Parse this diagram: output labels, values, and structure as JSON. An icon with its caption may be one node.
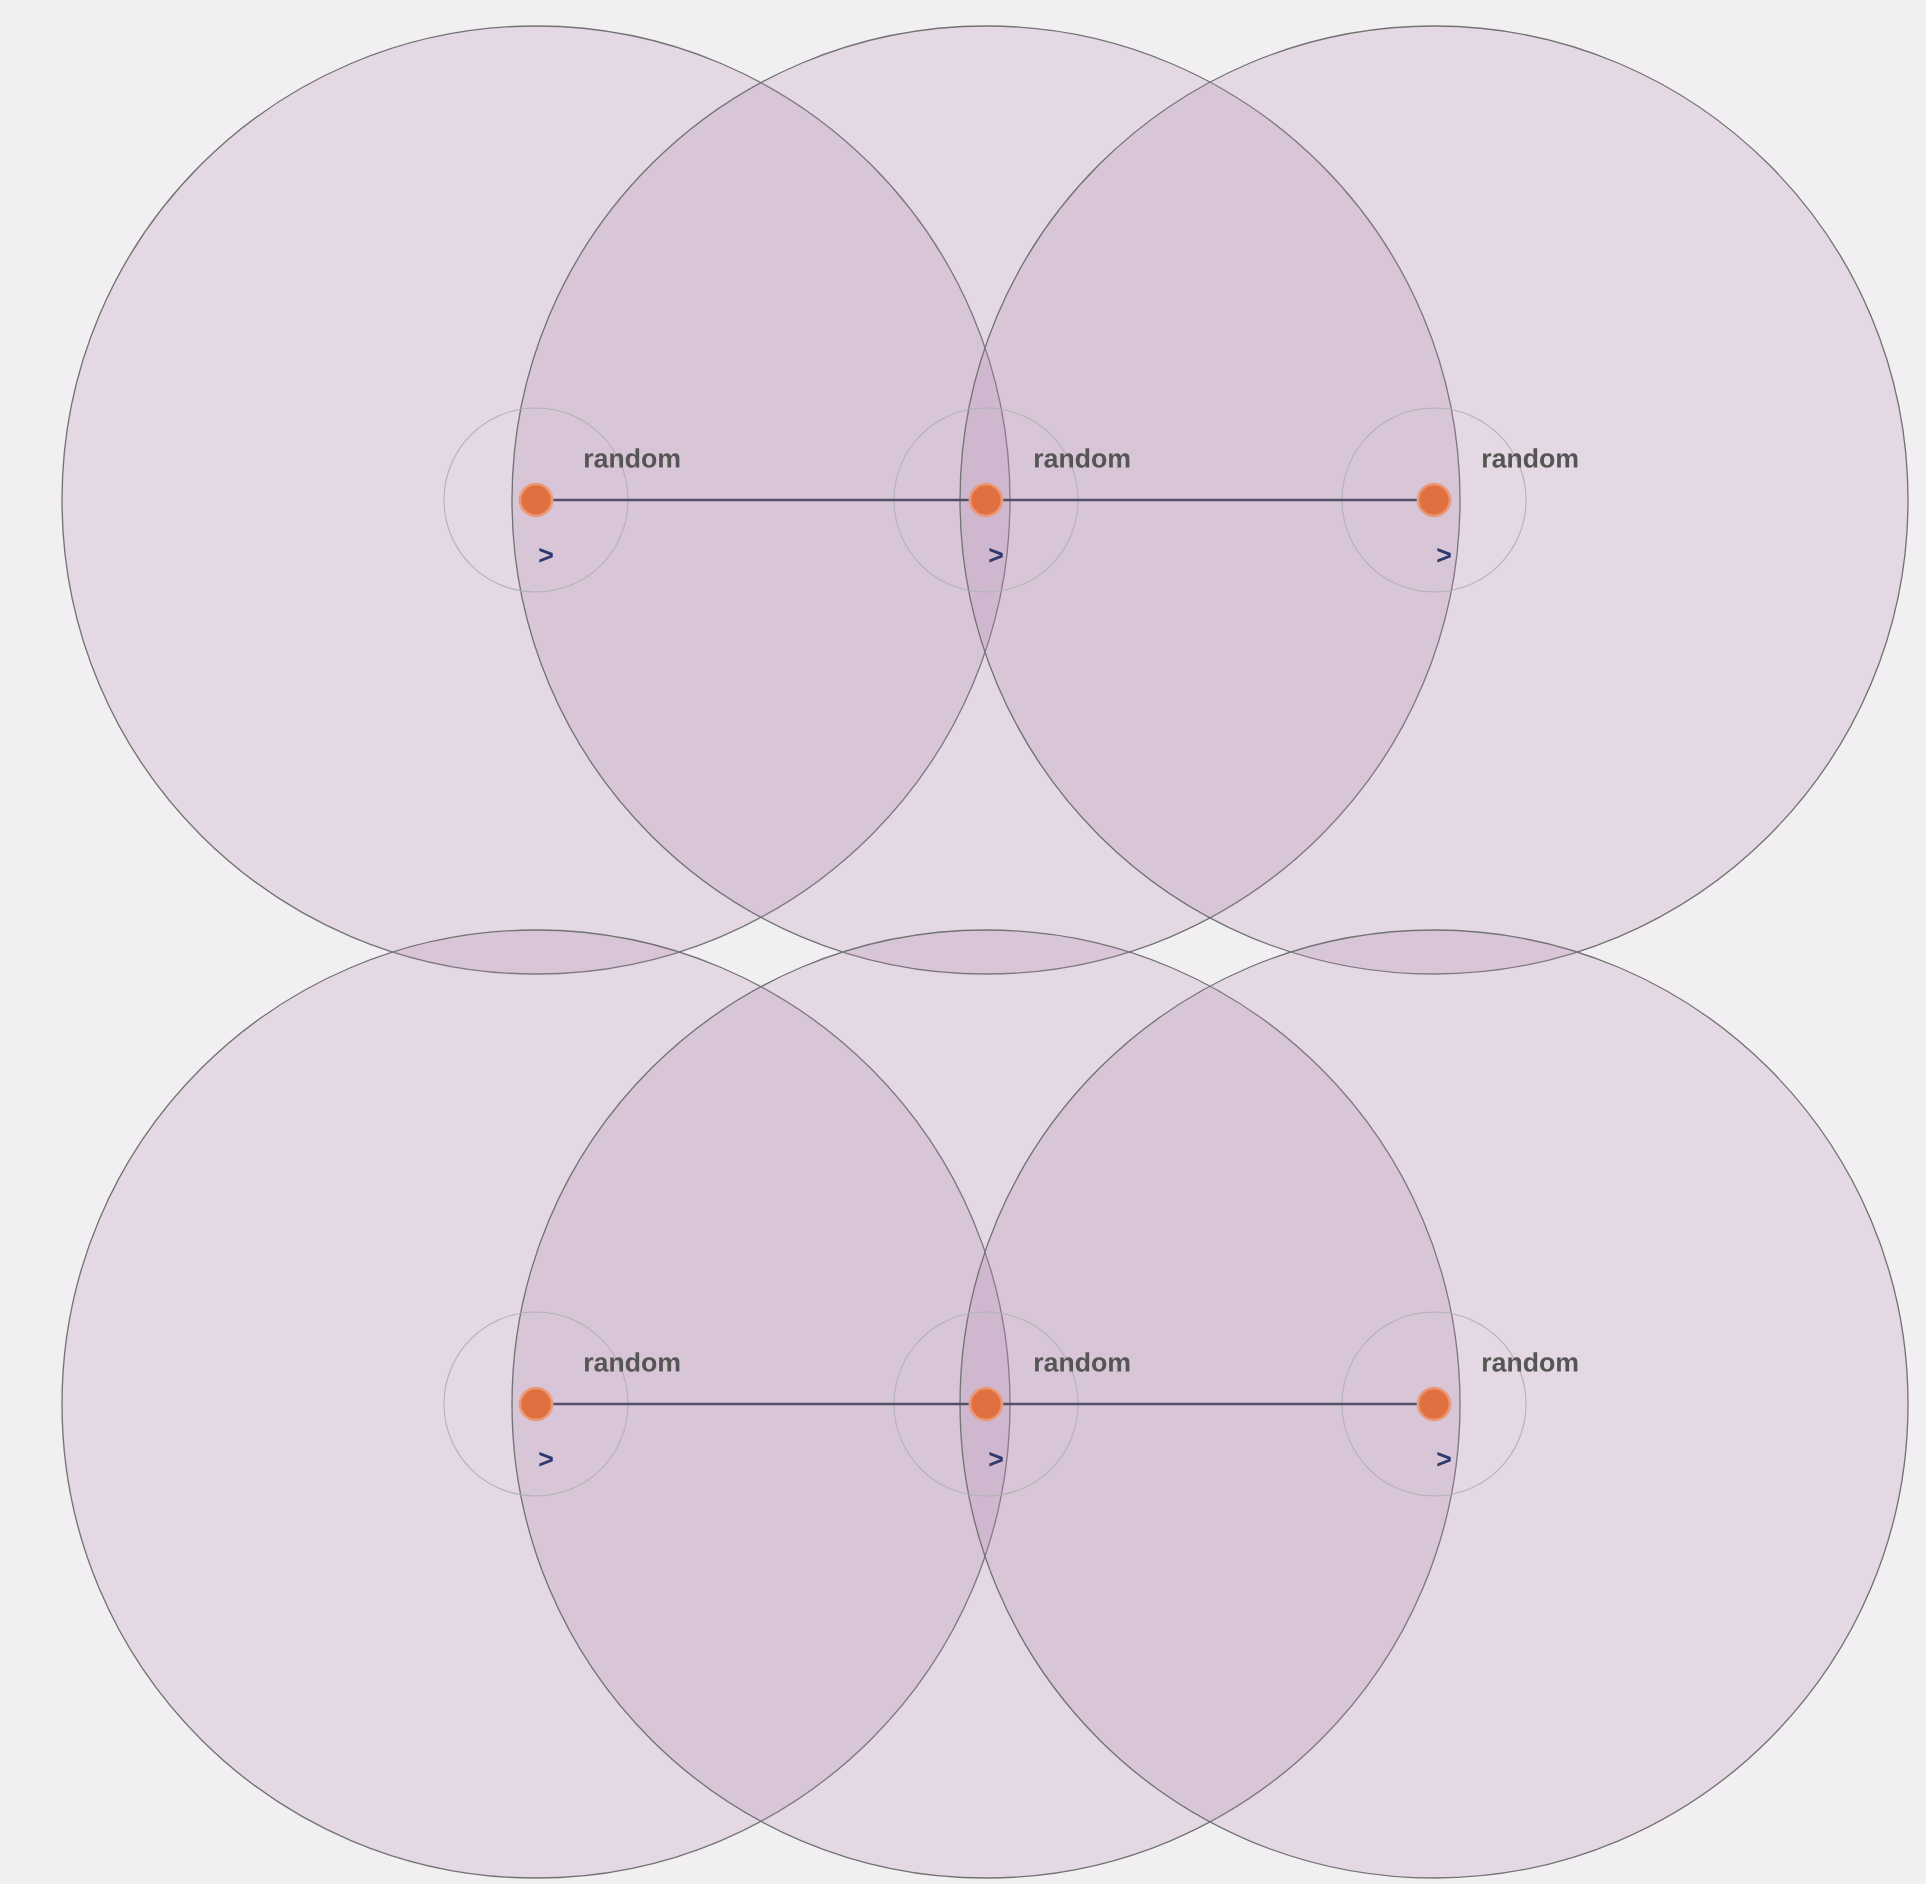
{
  "diagram": {
    "nodes": [
      {
        "text": [
          "random"
        ],
        "beside": [
          ">"
        ]
      },
      {
        "text": [
          "random"
        ],
        "beside": [
          ">"
        ]
      },
      {
        "text": [
          "random"
        ],
        "beside": [
          ">"
        ]
      },
      {
        "text": [
          "random"
        ],
        "beside": [
          ">"
        ]
      },
      {
        "text": [
          "random"
        ],
        "beside": [
          ">"
        ]
      },
      {
        "text": [
          "random"
        ],
        "beside": [
          ">"
        ]
      }
    ],
    "edges": [
      {
        "from": 0,
        "to": 1,
        "arrow": "none"
      },
      {
        "from": 1,
        "to": 2,
        "arrow": "none"
      },
      {
        "from": 3,
        "to": 4,
        "arrow": "none"
      },
      {
        "from": 4,
        "to": 5,
        "arrow": "none"
      }
    ]
  }
}
